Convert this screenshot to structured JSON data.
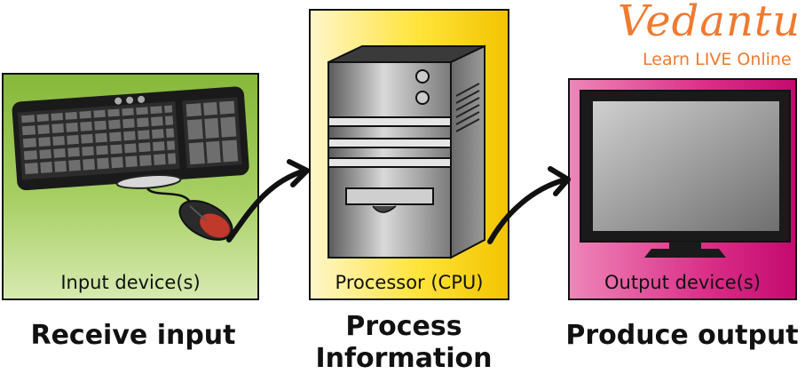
{
  "logo": {
    "brand": "Vedantu",
    "tagline": "Learn LIVE Online"
  },
  "panels": {
    "input": {
      "caption": "Input device(s)"
    },
    "cpu": {
      "caption": "Processor (CPU)"
    },
    "output": {
      "caption": "Output device(s)"
    }
  },
  "labels": {
    "receive": "Receive input",
    "process_line1": "Process",
    "process_line2": "Information",
    "produce": "Produce output"
  },
  "colors": {
    "input_panel": "#9cc64f",
    "cpu_panel": "#ffe43a",
    "output_panel": "#db2f88",
    "brand": "#ef7a30"
  }
}
